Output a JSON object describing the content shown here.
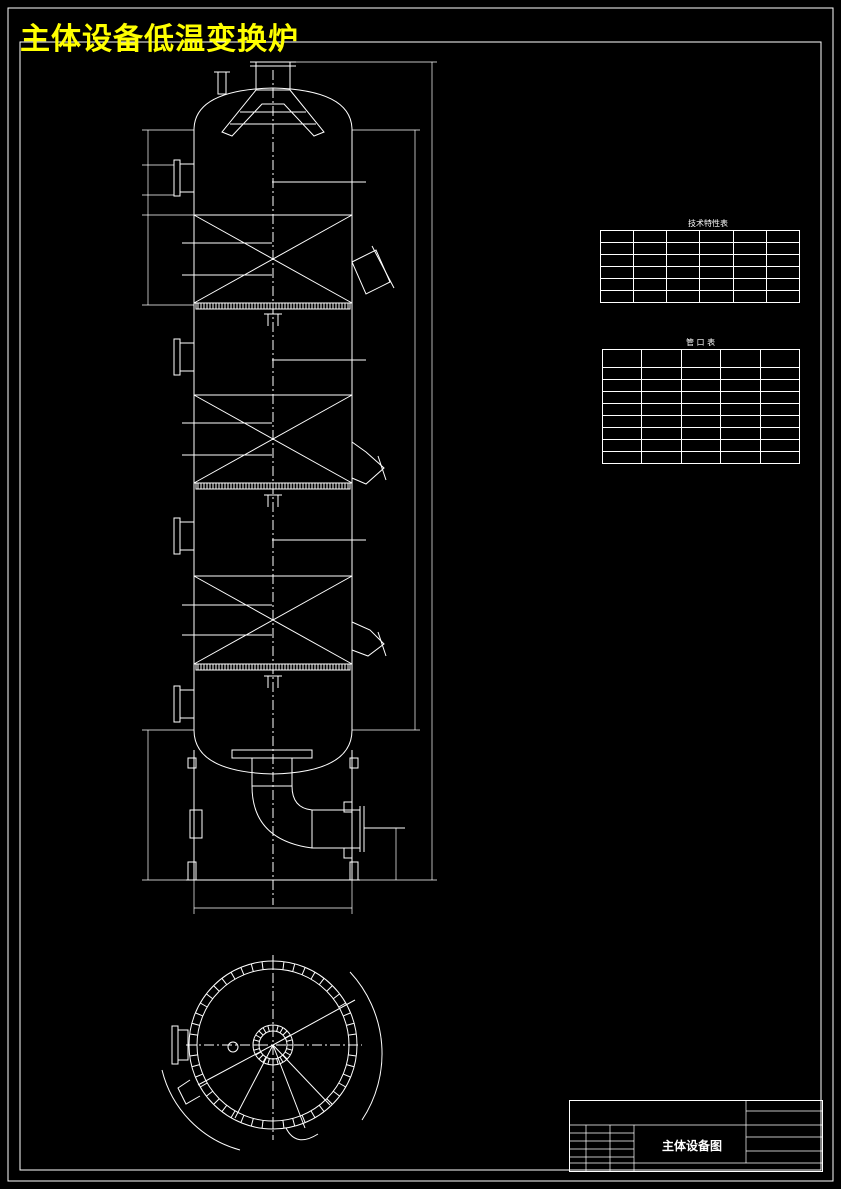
{
  "title": "主体设备低温变换炉",
  "title_color": "#ffff00",
  "line_color": "#ffffff",
  "background": "#000000",
  "tech_table": {
    "caption": "技术特性表"
  },
  "nozzle_table": {
    "caption": "管 口 表"
  },
  "title_block": {
    "drawing_name": "主体设备图"
  }
}
